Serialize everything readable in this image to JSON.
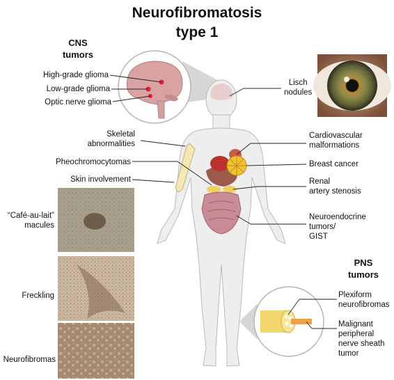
{
  "title_line1": "Neurofibromatosis",
  "title_line2": "type 1",
  "cns": {
    "heading_line1": "CNS",
    "heading_line2": "tumors",
    "items": [
      "High-grade glioma",
      "Low-grade glioma",
      "Optic nerve glioma"
    ]
  },
  "pns": {
    "heading_line1": "PNS",
    "heading_line2": "tumors",
    "plexiform_line1": "Plexiform",
    "plexiform_line2": "neurofibromas",
    "mpnst_line1": "Malignant",
    "mpnst_line2": "peripheral",
    "mpnst_line3": "nerve sheath",
    "mpnst_line4": "tumor"
  },
  "left_labels": {
    "skeletal_line1": "Skeletal",
    "skeletal_line2": "abnormalities",
    "pheo": "Pheochromocytomas",
    "skin": "Skin involvement"
  },
  "right_labels": {
    "lisch_line1": "Lisch",
    "lisch_line2": "nodules",
    "cardio_line1": "Cardiovascular",
    "cardio_line2": "malformations",
    "breast": "Breast cancer",
    "renal_line1": "Renal",
    "renal_line2": "artery stenosis",
    "neuro_line1": "Neuroendocrine",
    "neuro_line2": "tumors/",
    "neuro_line3": "GIST"
  },
  "skin_photos": {
    "cafe_line1": "“Café-au-lait”",
    "cafe_line2": "macules",
    "freckling": "Freckling",
    "neurofibromas": "Neurofibromas"
  },
  "colors": {
    "body_fill": "#eeeeee",
    "body_stroke": "#b9b9b9",
    "brain": "#d9a3a4",
    "tumor_red": "#e0203a",
    "heart": "#b8332d",
    "intestine": "#c98b96",
    "breast": "#f0c236",
    "nerve": "#f3d66c",
    "skin_photo": "#a89a86",
    "iris": "#6b6a3c"
  }
}
